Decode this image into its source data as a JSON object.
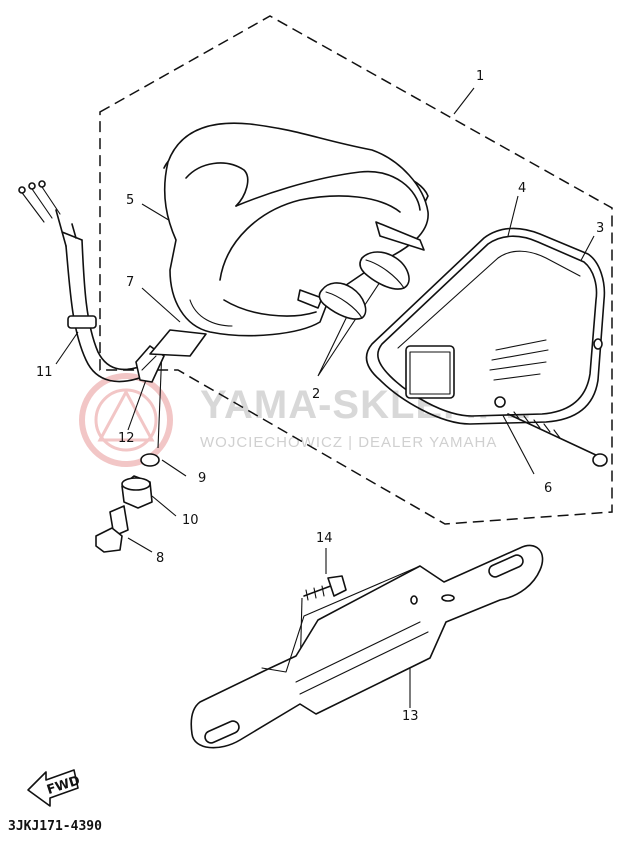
{
  "diagram": {
    "part_labels": {
      "p1": "1",
      "p2": "2",
      "p3": "3",
      "p4": "4",
      "p5": "5",
      "p6": "6",
      "p7": "7",
      "p8": "8",
      "p9": "9",
      "p10": "10",
      "p11": "11",
      "p12": "12",
      "p13": "13",
      "p14": "14"
    },
    "fwd_label": "FWD",
    "diagram_code": "3JKJ171-4390"
  },
  "watermark": {
    "main": "YAMA-SKLEP.PL",
    "sub": "WOJCIECHOWICZ | DEALER YAMAHA"
  },
  "colors": {
    "ink": "#111111",
    "watermark_logo": "#f2c6c6",
    "watermark_text": "#d8d8d8"
  }
}
